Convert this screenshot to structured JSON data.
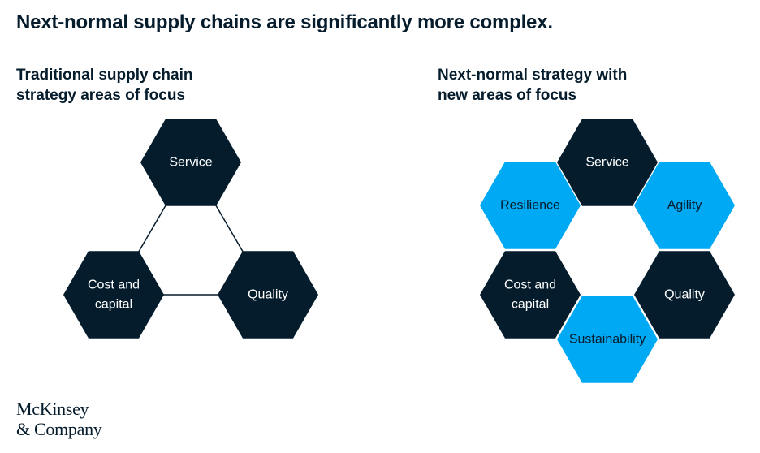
{
  "title": "Next-normal supply chains are significantly more complex.",
  "left_heading": [
    "Traditional supply chain",
    "strategy areas of focus"
  ],
  "right_heading": [
    "Next-normal strategy with",
    "new areas of focus"
  ],
  "colors": {
    "dark": "#051c2c",
    "accent": "#00a9f4",
    "connector": "#051c2c"
  },
  "left_diagram": [
    {
      "lines": [
        "Service"
      ],
      "style": "dark"
    },
    {
      "lines": [
        "Cost and",
        "capital"
      ],
      "style": "dark"
    },
    {
      "lines": [
        "Quality"
      ],
      "style": "dark"
    }
  ],
  "right_diagram": [
    {
      "lines": [
        "Service"
      ],
      "style": "dark"
    },
    {
      "lines": [
        "Resilience"
      ],
      "style": "accent"
    },
    {
      "lines": [
        "Agility"
      ],
      "style": "accent"
    },
    {
      "lines": [
        "Cost and",
        "capital"
      ],
      "style": "dark"
    },
    {
      "lines": [
        "Quality"
      ],
      "style": "dark"
    },
    {
      "lines": [
        "Sustainability"
      ],
      "style": "accent"
    }
  ],
  "logo": [
    "McKinsey",
    "& Company"
  ]
}
